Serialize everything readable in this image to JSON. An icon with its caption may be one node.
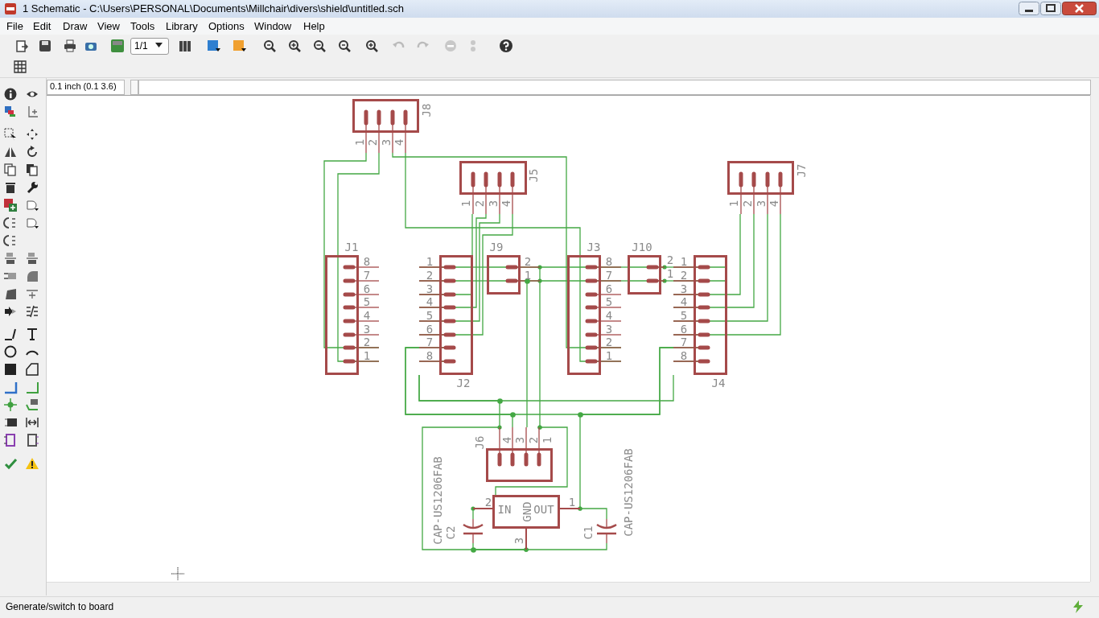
{
  "diagram": {
    "nodes": [
      {
        "text": [
          "J8",
          "1",
          "2",
          "3",
          "4"
        ]
      },
      {
        "text": [
          "J5",
          "1",
          "2",
          "3",
          "4"
        ]
      },
      {
        "text": [
          "J7",
          "1",
          "2",
          "3",
          "4"
        ]
      },
      {
        "text": [
          "J1",
          "8",
          "7",
          "6",
          "5",
          "4",
          "3",
          "2",
          "1"
        ]
      },
      {
        "text": [
          "1",
          "2",
          "3",
          "4",
          "5",
          "6",
          "7",
          "8",
          "J2"
        ]
      },
      {
        "text": [
          "J9",
          "2",
          "1"
        ]
      },
      {
        "text": [
          "J3",
          "8",
          "7",
          "6",
          "5",
          "4",
          "3",
          "2",
          "1"
        ]
      },
      {
        "text": [
          "J10",
          "2",
          "1"
        ]
      },
      {
        "text": [
          "1",
          "2",
          "3",
          "4",
          "5",
          "6",
          "7",
          "8",
          "J4"
        ]
      },
      {
        "text": [
          "4",
          "3",
          "2",
          "1",
          "J6"
        ]
      },
      {
        "text": [
          "2",
          "IN",
          "GND",
          "OUT",
          "1",
          "3"
        ]
      },
      {
        "text": [
          "C2",
          "CAP-US1206FAB"
        ]
      },
      {
        "text": [
          "C1",
          "CAP-US1206FAB"
        ]
      }
    ],
    "edges": [
      {
        "from": 0,
        "to": 3,
        "arrow": "none"
      },
      {
        "from": 0,
        "to": 3,
        "arrow": "none"
      },
      {
        "from": 0,
        "to": 6,
        "arrow": "none"
      },
      {
        "from": 0,
        "to": 6,
        "arrow": "none"
      },
      {
        "from": 1,
        "to": 4,
        "arrow": "none"
      },
      {
        "from": 1,
        "to": 4,
        "arrow": "none"
      },
      {
        "from": 1,
        "to": 4,
        "arrow": "none"
      },
      {
        "from": 1,
        "to": 4,
        "arrow": "none"
      },
      {
        "from": 2,
        "to": 8,
        "arrow": "none"
      },
      {
        "from": 2,
        "to": 8,
        "arrow": "none"
      },
      {
        "from": 2,
        "to": 8,
        "arrow": "none"
      },
      {
        "from": 2,
        "to": 8,
        "arrow": "none"
      },
      {
        "from": 4,
        "to": 5,
        "arrow": "none"
      },
      {
        "from": 6,
        "to": 5,
        "arrow": "other"
      },
      {
        "from": 4,
        "to": 5,
        "arrow": "none"
      },
      {
        "from": 6,
        "to": 5,
        "arrow": "other"
      },
      {
        "from": 5,
        "to": 9,
        "arrow": "none"
      },
      {
        "from": 5,
        "to": 9,
        "arrow": "other"
      },
      {
        "from": 10,
        "to": 9,
        "arrow": "other"
      },
      {
        "from": 8,
        "to": 7,
        "arrow": "other"
      },
      {
        "from": 8,
        "to": 7,
        "arrow": "other"
      },
      {
        "from": 4,
        "to": 8,
        "arrow": "none"
      },
      {
        "from": 4,
        "to": 8,
        "arrow": "none"
      },
      {
        "from": 4,
        "to": 9,
        "arrow": "other"
      },
      {
        "from": 4,
        "to": 9,
        "arrow": "none"
      },
      {
        "from": 9,
        "to": 10,
        "arrow": "other"
      },
      {
        "from": 8,
        "to": 10,
        "arrow": "other"
      },
      {
        "from": 12,
        "to": 10,
        "arrow": "other"
      },
      {
        "from": 11,
        "to": 10,
        "arrow": "other"
      },
      {
        "from": 11,
        "to": 10,
        "arrow": "other"
      },
      {
        "from": 12,
        "to": 10,
        "arrow": "other"
      },
      {
        "from": 6,
        "to": 7,
        "arrow": "none"
      },
      {
        "from": 6,
        "to": 7,
        "arrow": "none"
      }
    ],
    "labels": [
      "1 Schematic - C:\\Users\\PERSONAL\\Documents\\Millchair\\divers\\shield\\untitled.sch",
      "File",
      "Edit",
      "Draw",
      "View",
      "Tools",
      "Library",
      "Options",
      "Window",
      "Help",
      "1/1",
      "0.1 inch (0.1 3.6)",
      "Generate/switch to board"
    ]
  }
}
